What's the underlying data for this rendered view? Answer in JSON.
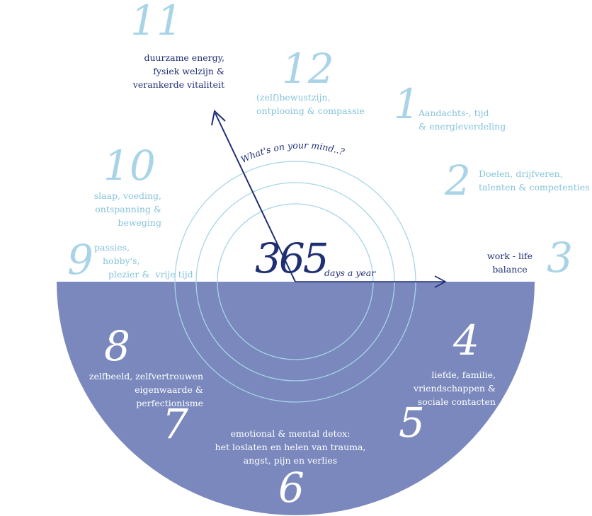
{
  "center": {
    "number": "365",
    "subtitle": "days a year",
    "arc_text": "What's on your mind..?"
  },
  "segments": [
    {
      "num": "1",
      "label": "Aandachts-, tijd\n& energieverdeling"
    },
    {
      "num": "2",
      "label": "Doelen, drijfveren,\ntalenten & competenties"
    },
    {
      "num": "3",
      "label": "work - life\nbalance"
    },
    {
      "num": "4",
      "label": "liefde, familie,\nvriendschappen &\nsociale contacten"
    },
    {
      "num": "5",
      "label": ""
    },
    {
      "num": "6",
      "label": "emotional & mental detox:\nhet loslaten en helen van trauma,\nangst, pijn en verlies"
    },
    {
      "num": "7",
      "label": ""
    },
    {
      "num": "8",
      "label": "zelfbeeld, zelfvertrouwen\neigenwaarde &\nperfectionisme"
    },
    {
      "num": "9",
      "label": "passies,\nhobby's,\nplezier &  vrije tijd"
    },
    {
      "num": "10",
      "label": "slaap, voeding,\nontspanning &\nbeweging"
    },
    {
      "num": "11",
      "label": "duurzame energy,\nfysiek welzijn &\nverankerde vitaliteit"
    },
    {
      "num": "12",
      "label": "(zelf)bewustzijn,\nontplooing & compassie"
    }
  ],
  "colors": {
    "half_disc": "#7a88bd",
    "rings": "#a9d4e8",
    "arrows": "#1f2f73",
    "light_text": "#86c3da",
    "dark_text": "#1f2f73"
  }
}
